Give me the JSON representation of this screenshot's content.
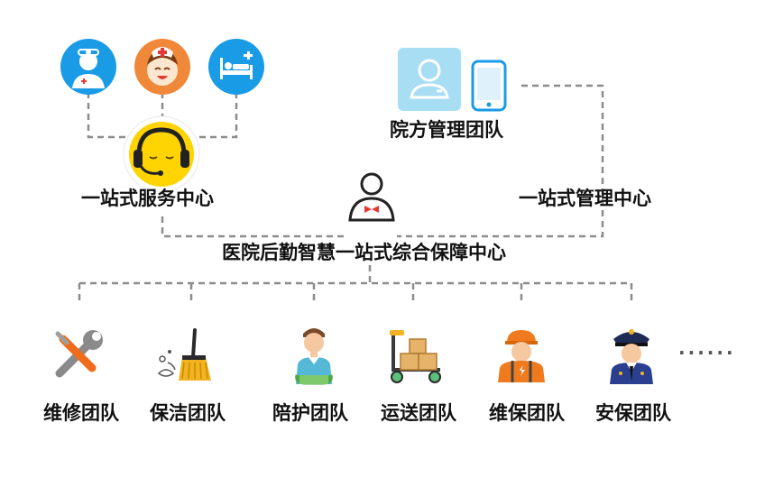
{
  "service_center": {
    "label": "一站式服务中心",
    "icons": [
      "doctor-icon",
      "nurse-icon",
      "patient-bed-icon",
      "headset-operator-icon"
    ]
  },
  "hospital_management": {
    "label": "院方管理团队",
    "icons": [
      "manager-avatar-icon",
      "mobile-phone-icon"
    ]
  },
  "management_center": {
    "label": "一站式管理中心"
  },
  "hub": {
    "label": "医院后勤智慧一站式综合保障中心",
    "icon": "person-bowtie-icon"
  },
  "teams": [
    {
      "label": "维修团队",
      "icon": "wrench-screwdriver-icon"
    },
    {
      "label": "保洁团队",
      "icon": "broom-icon"
    },
    {
      "label": "陪护团队",
      "icon": "caregiver-icon"
    },
    {
      "label": "运送团队",
      "icon": "hand-truck-icon"
    },
    {
      "label": "维保团队",
      "icon": "maintenance-worker-icon"
    },
    {
      "label": "安保团队",
      "icon": "security-guard-icon"
    }
  ],
  "more_indicator": "......",
  "colors": {
    "icon_blue": "#1a9be6",
    "nurse_orange": "#f0883a",
    "headset_yellow": "#ffd400",
    "connector_gray": "#8c8c8c",
    "label_text": "#111111"
  }
}
